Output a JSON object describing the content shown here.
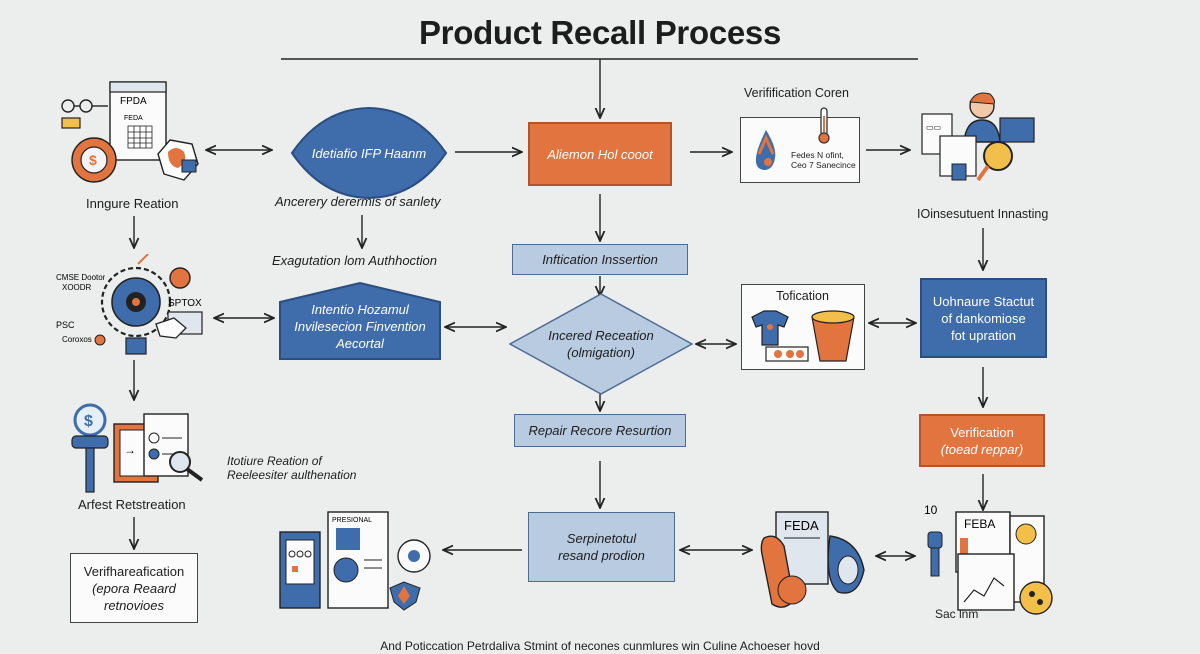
{
  "title": "Product Recall Process",
  "footer": "And Poticcation Petrdaliva Stmint of necones cunmlures win Culine Achoeser hovd",
  "nodes": {
    "identify_hazard": "Idetiafio IFP Haanm",
    "alarm_root": "Aliemon Hol cooot",
    "verification_center": {
      "title": "Verifification Coren",
      "line1": "Fedes N ofint,",
      "line2": "Ceo 7 Sanecince"
    },
    "inspection": "Inftication Inssertion",
    "hazard_prevention": {
      "line1": "Intentio Hozamul",
      "line2": "Invilesecion Finvention",
      "line3": "Aecortal"
    },
    "inspected_reception": {
      "line1": "Incered Receation",
      "line2": "(olmigation)"
    },
    "notification": {
      "title": "Tofication"
    },
    "status_update": {
      "line1": "Uohnaure Stactut",
      "line2": "of dankomiose",
      "line3": "fot upration"
    },
    "repair_recovery": "Repair Recore Resurtion",
    "verification_repair": {
      "line1": "Verification",
      "line2": "(toead reppar)"
    },
    "surplus_product": {
      "line1": "Serpinetotul",
      "line2": "resand prodion"
    },
    "verification_removal": {
      "line1": "Verifhareafication",
      "line2": "(epora Reaard",
      "line3": "retnovioes"
    }
  },
  "labels": {
    "inquire_reaction": "Inngure Reation",
    "agency_determines": "Ancerery derermis of sanlety",
    "evaluation_auth": "Exagutation lom Authhoction",
    "consumer_monitoring": "IOinsesutuent Innasting",
    "arrest_restoration": "Arfest Retstreation",
    "notice_reaction": {
      "line1": "Itotiure Reation of",
      "line2": "Reeleesiter aulthenation"
    },
    "sac_inm": "Sac lnm"
  },
  "icons": {
    "fda_doc_1": "FPDA",
    "fda_doc_2": "FEDA",
    "fda_doc_3": "FEDA",
    "fda_doc_4": "FEBA",
    "gear_panel_1": "CMSE Dootor",
    "gear_panel_2": "XOODR",
    "sptox": "SPTOX",
    "psc": "PSC",
    "coroxos": "Coroxos",
    "pressional": "PRESIONAL",
    "number_10": "10"
  },
  "colors": {
    "blue": "#3f6dab",
    "orange": "#e1743f",
    "light_blue": "#b8cbe0",
    "background": "#eceeed"
  }
}
